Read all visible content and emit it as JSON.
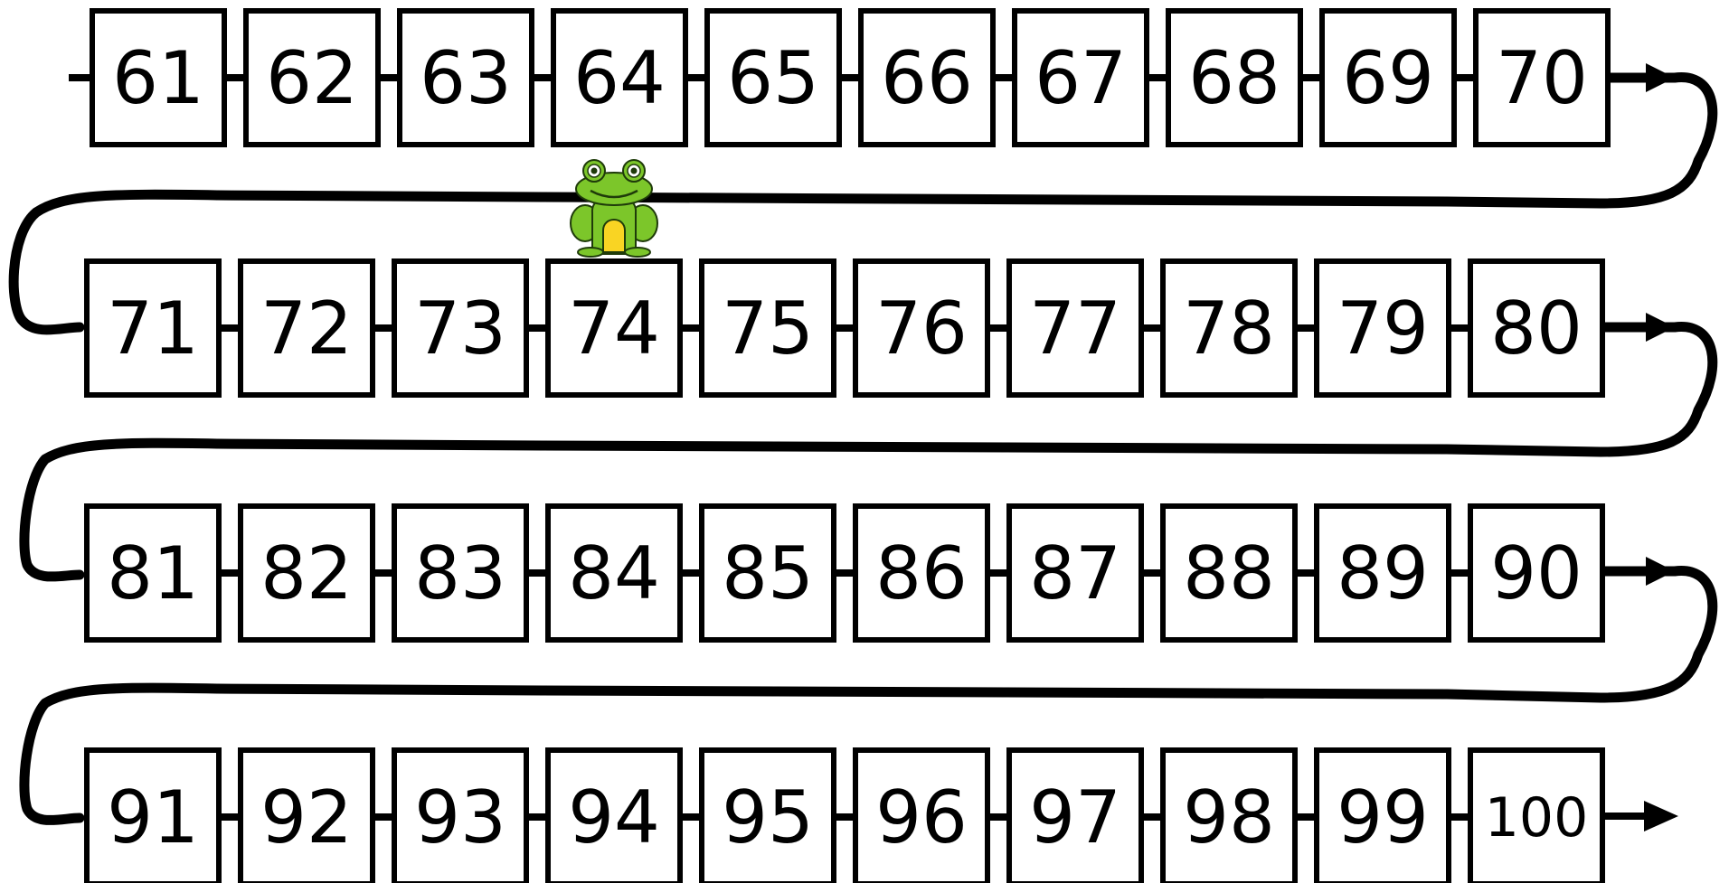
{
  "board": {
    "rows": [
      [
        "61",
        "62",
        "63",
        "64",
        "65",
        "66",
        "67",
        "68",
        "69",
        "70"
      ],
      [
        "71",
        "72",
        "73",
        "74",
        "75",
        "76",
        "77",
        "78",
        "79",
        "80"
      ],
      [
        "81",
        "82",
        "83",
        "84",
        "85",
        "86",
        "87",
        "88",
        "89",
        "90"
      ],
      [
        "91",
        "92",
        "93",
        "94",
        "95",
        "96",
        "97",
        "98",
        "99",
        "100"
      ]
    ]
  },
  "marker": {
    "icon": "frog-icon",
    "on_number": "74"
  },
  "colors": {
    "line": "#000000",
    "frog_body": "#7cc62a",
    "frog_belly": "#f9d423"
  }
}
